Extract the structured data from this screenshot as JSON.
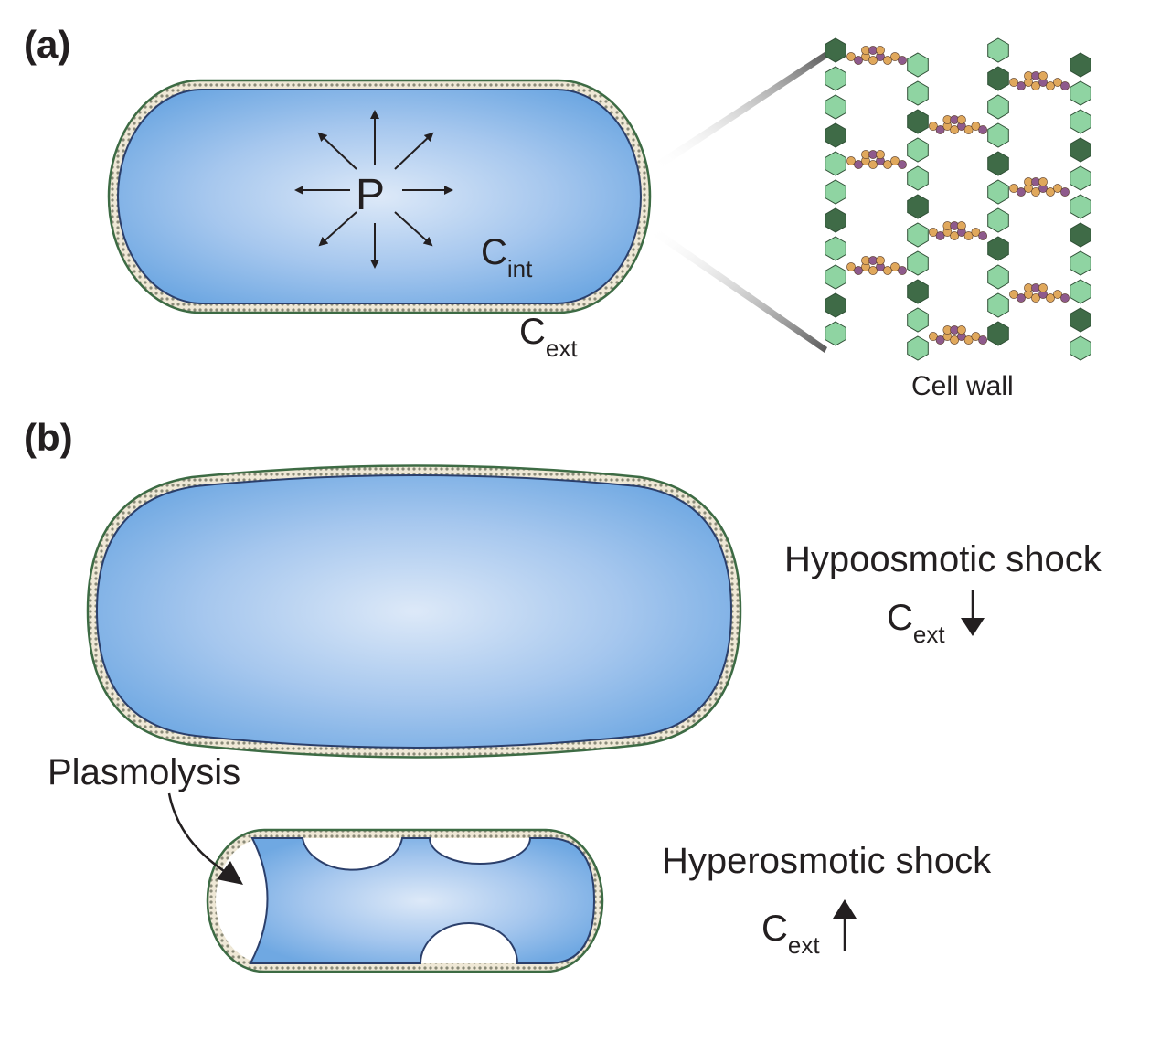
{
  "panel_a": {
    "label": "(a)",
    "pressure_symbol": "P",
    "c_int": {
      "base": "C",
      "sub": "int"
    },
    "c_ext": {
      "base": "C",
      "sub": "ext"
    },
    "cell_wall_label": "Cell wall"
  },
  "panel_b": {
    "label": "(b)",
    "hypo": {
      "title": "Hypoosmotic shock",
      "c_ext": {
        "base": "C",
        "sub": "ext"
      },
      "arrow_direction": "down"
    },
    "hyper": {
      "title": "Hyperosmotic shock",
      "c_ext": {
        "base": "C",
        "sub": "ext"
      },
      "arrow_direction": "up"
    },
    "plasmolysis_label": "Plasmolysis"
  },
  "colors": {
    "cytoplasm": "#6fa8e2",
    "cytoplasm_highlight": "#dde9f8",
    "wall_green": "#4f7a55",
    "wall_beige": "#e6ddc6",
    "glycan_light": "#8fd4a2",
    "glycan_dark": "#3f6b47",
    "peptide_orange": "#e0a85c",
    "peptide_purple": "#8e5a8c",
    "text": "#231f20"
  }
}
